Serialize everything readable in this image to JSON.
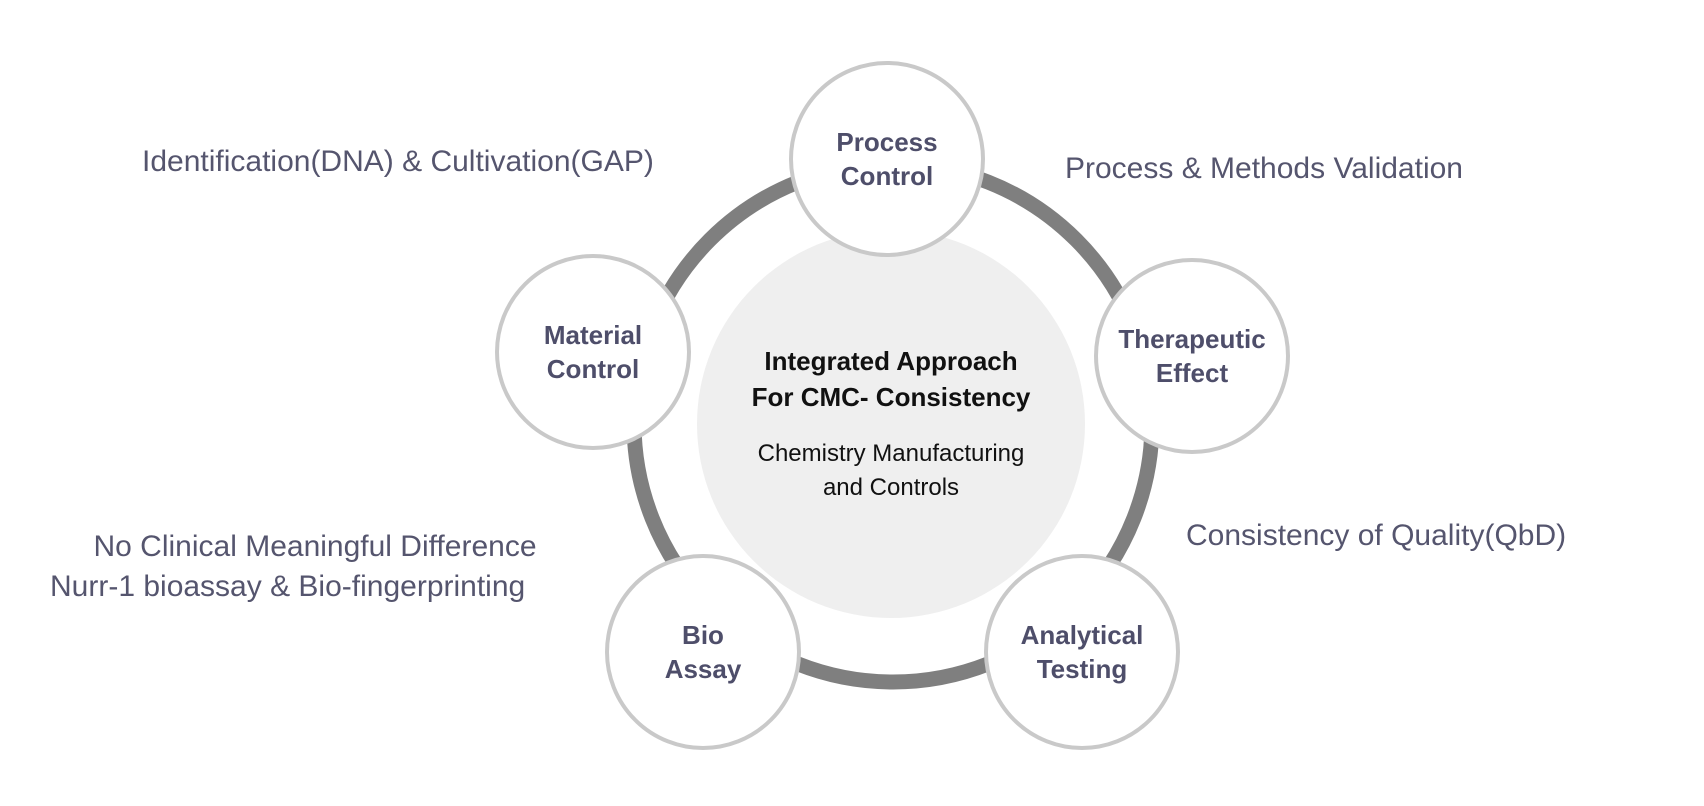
{
  "center": {
    "title_line1": "Integrated Approach",
    "title_line2": "For CMC- Consistency",
    "subtitle_line1": "Chemistry Manufacturing",
    "subtitle_line2": "and Controls"
  },
  "nodes": [
    {
      "line1": "Process",
      "line2": "Control"
    },
    {
      "line1": "Therapeutic",
      "line2": "Effect"
    },
    {
      "line1": "Analytical",
      "line2": "Testing"
    },
    {
      "line1": "Bio",
      "line2": "Assay"
    },
    {
      "line1": "Material",
      "line2": "Control"
    }
  ],
  "annotations": {
    "top_left": "Identification(DNA)  & Cultivation(GAP)",
    "top_right": "Process & Methods Validation",
    "right": "Consistency of Quality(QbD)",
    "bottom_left_line1": "No Clinical  Meaningful  Difference",
    "bottom_left_line2": "Nurr-1 bioassay & Bio-fingerprinting"
  },
  "colors": {
    "ring": "#7f7f7f",
    "node_border": "#c9c9c9",
    "text": "#4e4e6a",
    "center_fill": "#efefef"
  }
}
